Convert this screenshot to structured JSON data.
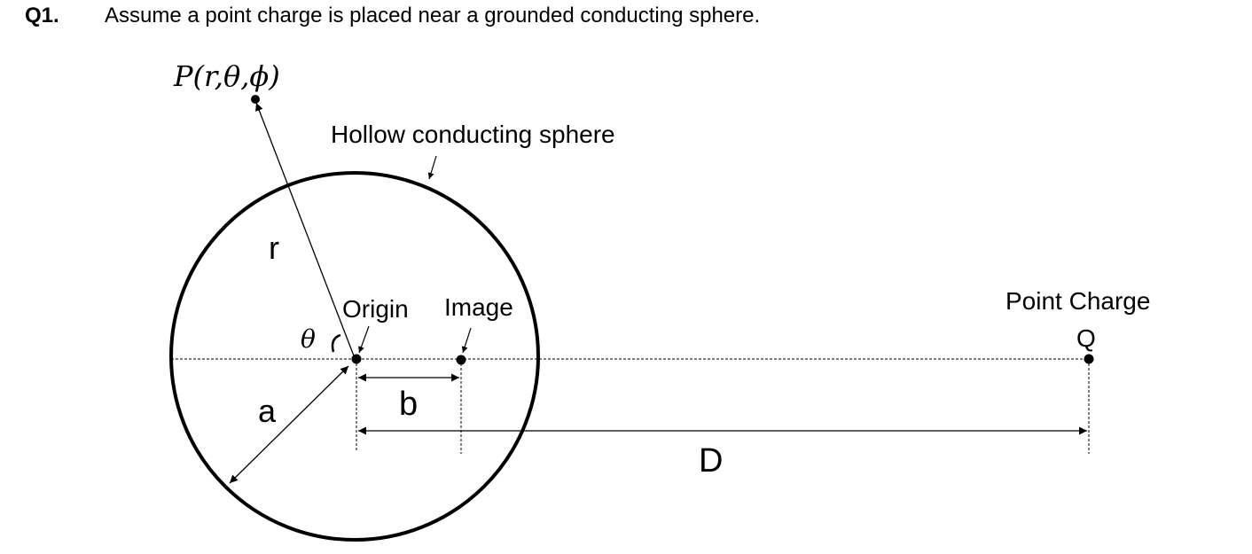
{
  "question": {
    "number": "Q1.",
    "text": "Assume a point charge is placed near a grounded conducting sphere."
  },
  "diagram": {
    "point_label": "P(r,θ,ϕ)",
    "sphere_label": "Hollow conducting sphere",
    "r_label": "r",
    "theta_label": "θ",
    "origin_label": "Origin",
    "image_label": "Image",
    "a_label": "a",
    "b_label": "b",
    "D_label": "D",
    "charge_label": "Point Charge",
    "charge_symbol": "Q"
  }
}
